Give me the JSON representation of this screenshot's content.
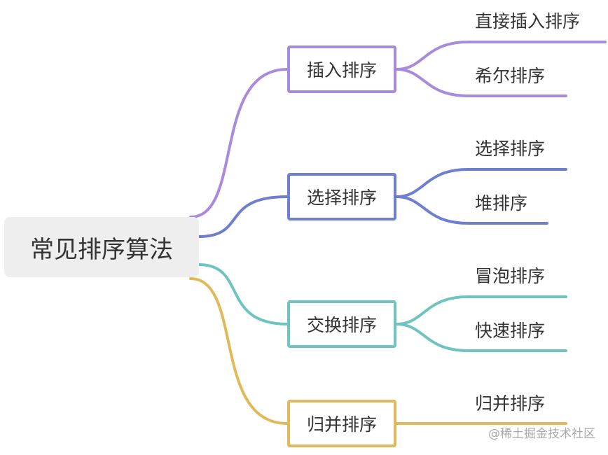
{
  "root": {
    "label": "常见排序算法",
    "color": "#eeeeee"
  },
  "branches": [
    {
      "label": "插入排序",
      "color": "#a98bdd",
      "leaves": [
        {
          "label": "直接插入排序"
        },
        {
          "label": "希尔排序"
        }
      ]
    },
    {
      "label": "选择排序",
      "color": "#6f7fd0",
      "leaves": [
        {
          "label": "选择排序"
        },
        {
          "label": "堆排序"
        }
      ]
    },
    {
      "label": "交换排序",
      "color": "#6fc4c1",
      "leaves": [
        {
          "label": "冒泡排序"
        },
        {
          "label": "快速排序"
        }
      ]
    },
    {
      "label": "归并排序",
      "color": "#e0b95a",
      "leaves": [
        {
          "label": "归并排序"
        }
      ]
    }
  ],
  "watermark": "@稀土掘金技术社区"
}
